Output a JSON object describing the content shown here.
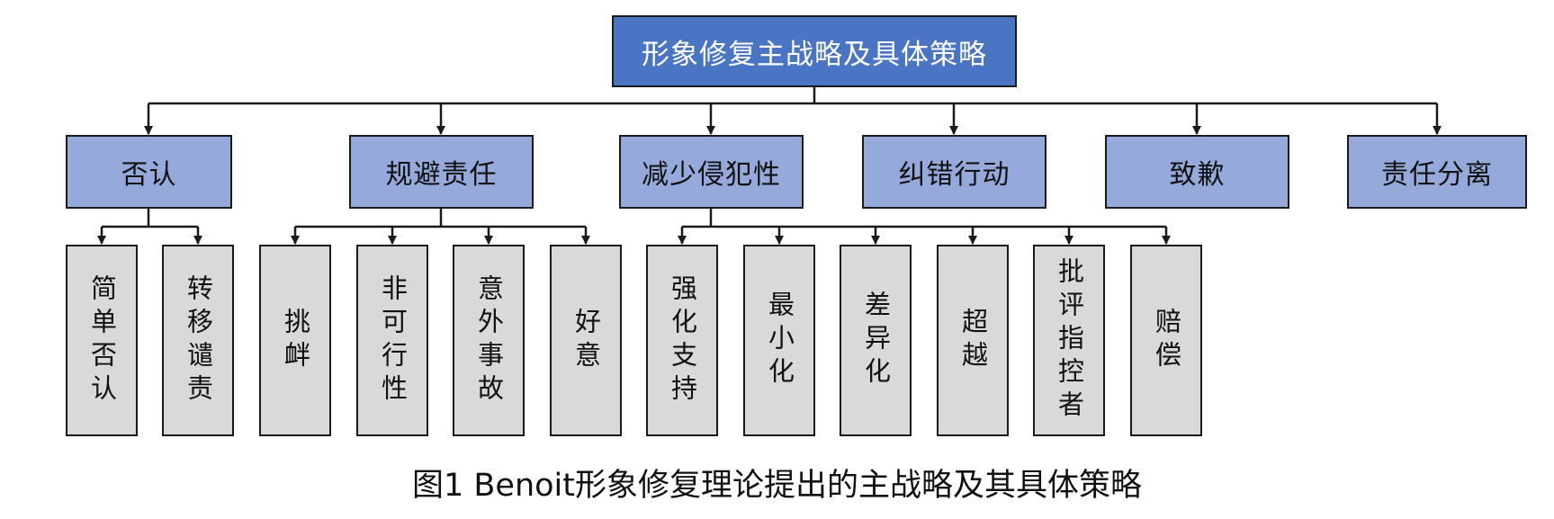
{
  "root": {
    "label": "形象修复主战略及具体策略"
  },
  "strategies": [
    {
      "label": "否认",
      "tactics": [
        "简单否认",
        "转移谴责"
      ]
    },
    {
      "label": "规避责任",
      "tactics": [
        "挑衅",
        "非可行性",
        "意外事故",
        "好意"
      ]
    },
    {
      "label": "减少侵犯性",
      "tactics": [
        "强化支持",
        "最小化",
        "差异化",
        "超越",
        "批评指控者",
        "赔偿"
      ]
    },
    {
      "label": "纠错行动",
      "tactics": []
    },
    {
      "label": "致歉",
      "tactics": []
    },
    {
      "label": "责任分离",
      "tactics": []
    }
  ],
  "caption": "图1  Benoit形象修复理论提出的主战略及其具体策略",
  "colors": {
    "root_fill": "#4a74c4",
    "strategy_fill": "#95a9db",
    "tactic_fill": "#d9d9d9",
    "line": "#1a1a1a"
  }
}
